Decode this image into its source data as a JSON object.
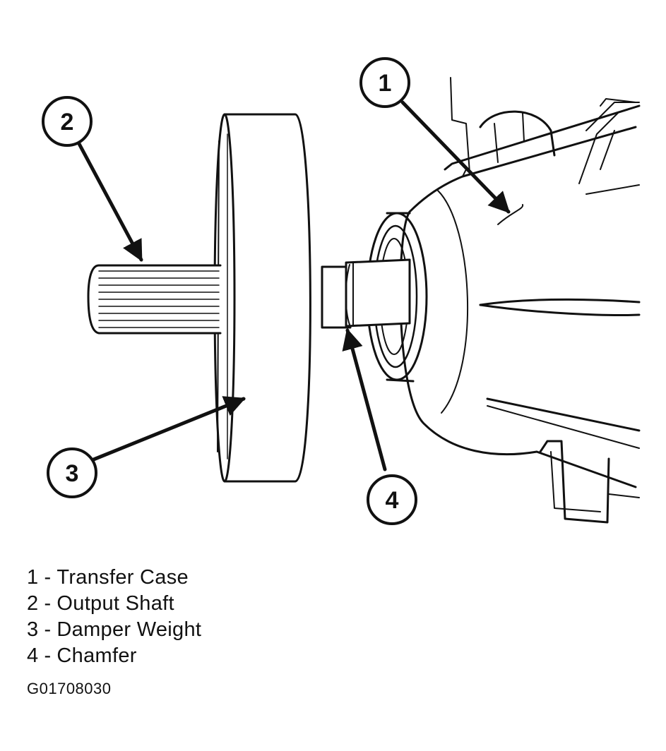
{
  "diagram": {
    "callouts": [
      {
        "number": "1",
        "part": "Transfer Case"
      },
      {
        "number": "2",
        "part": "Output Shaft"
      },
      {
        "number": "3",
        "part": "Damper Weight"
      },
      {
        "number": "4",
        "part": "Chamfer"
      }
    ],
    "separator": "-",
    "figure_id": "G01708030",
    "colors": {
      "ink": "#111111",
      "paper": "#ffffff"
    }
  }
}
